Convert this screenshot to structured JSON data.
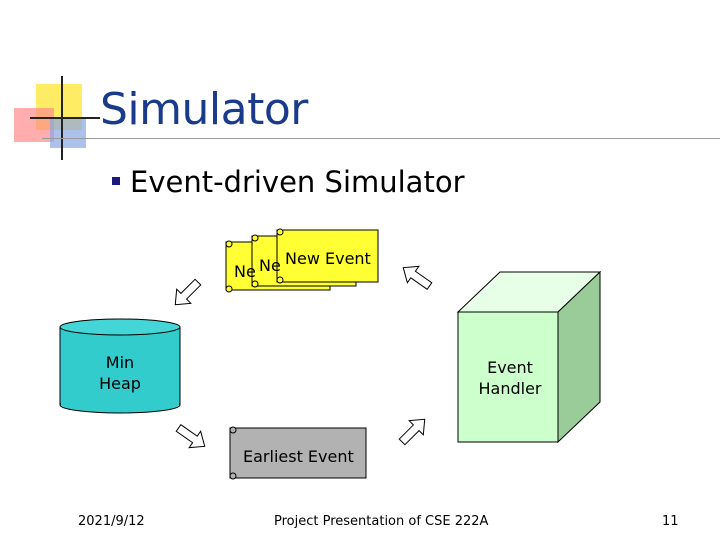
{
  "slide": {
    "title": "Simulator",
    "bullet": "Event-driven Simulator"
  },
  "diagram": {
    "new_event_label": "New Event",
    "new_event_partial_1": "Ne",
    "new_event_partial_2": "Ne",
    "min_heap_label_line1": "Min",
    "min_heap_label_line2": "Heap",
    "event_handler_line1": "Event",
    "event_handler_line2": "Handler",
    "earliest_event_label": "Earliest Event"
  },
  "footer": {
    "date": "2021/9/12",
    "center": "Project Presentation of CSE 222A",
    "page": "11"
  },
  "colors": {
    "title": "#1a3a8c",
    "scroll_yellow": "#ffff33",
    "heap_teal": "#33cccc",
    "handler_green": "#ccffcc",
    "handler_side": "#99cc99",
    "earliest_gray": "#b2b2b2"
  }
}
